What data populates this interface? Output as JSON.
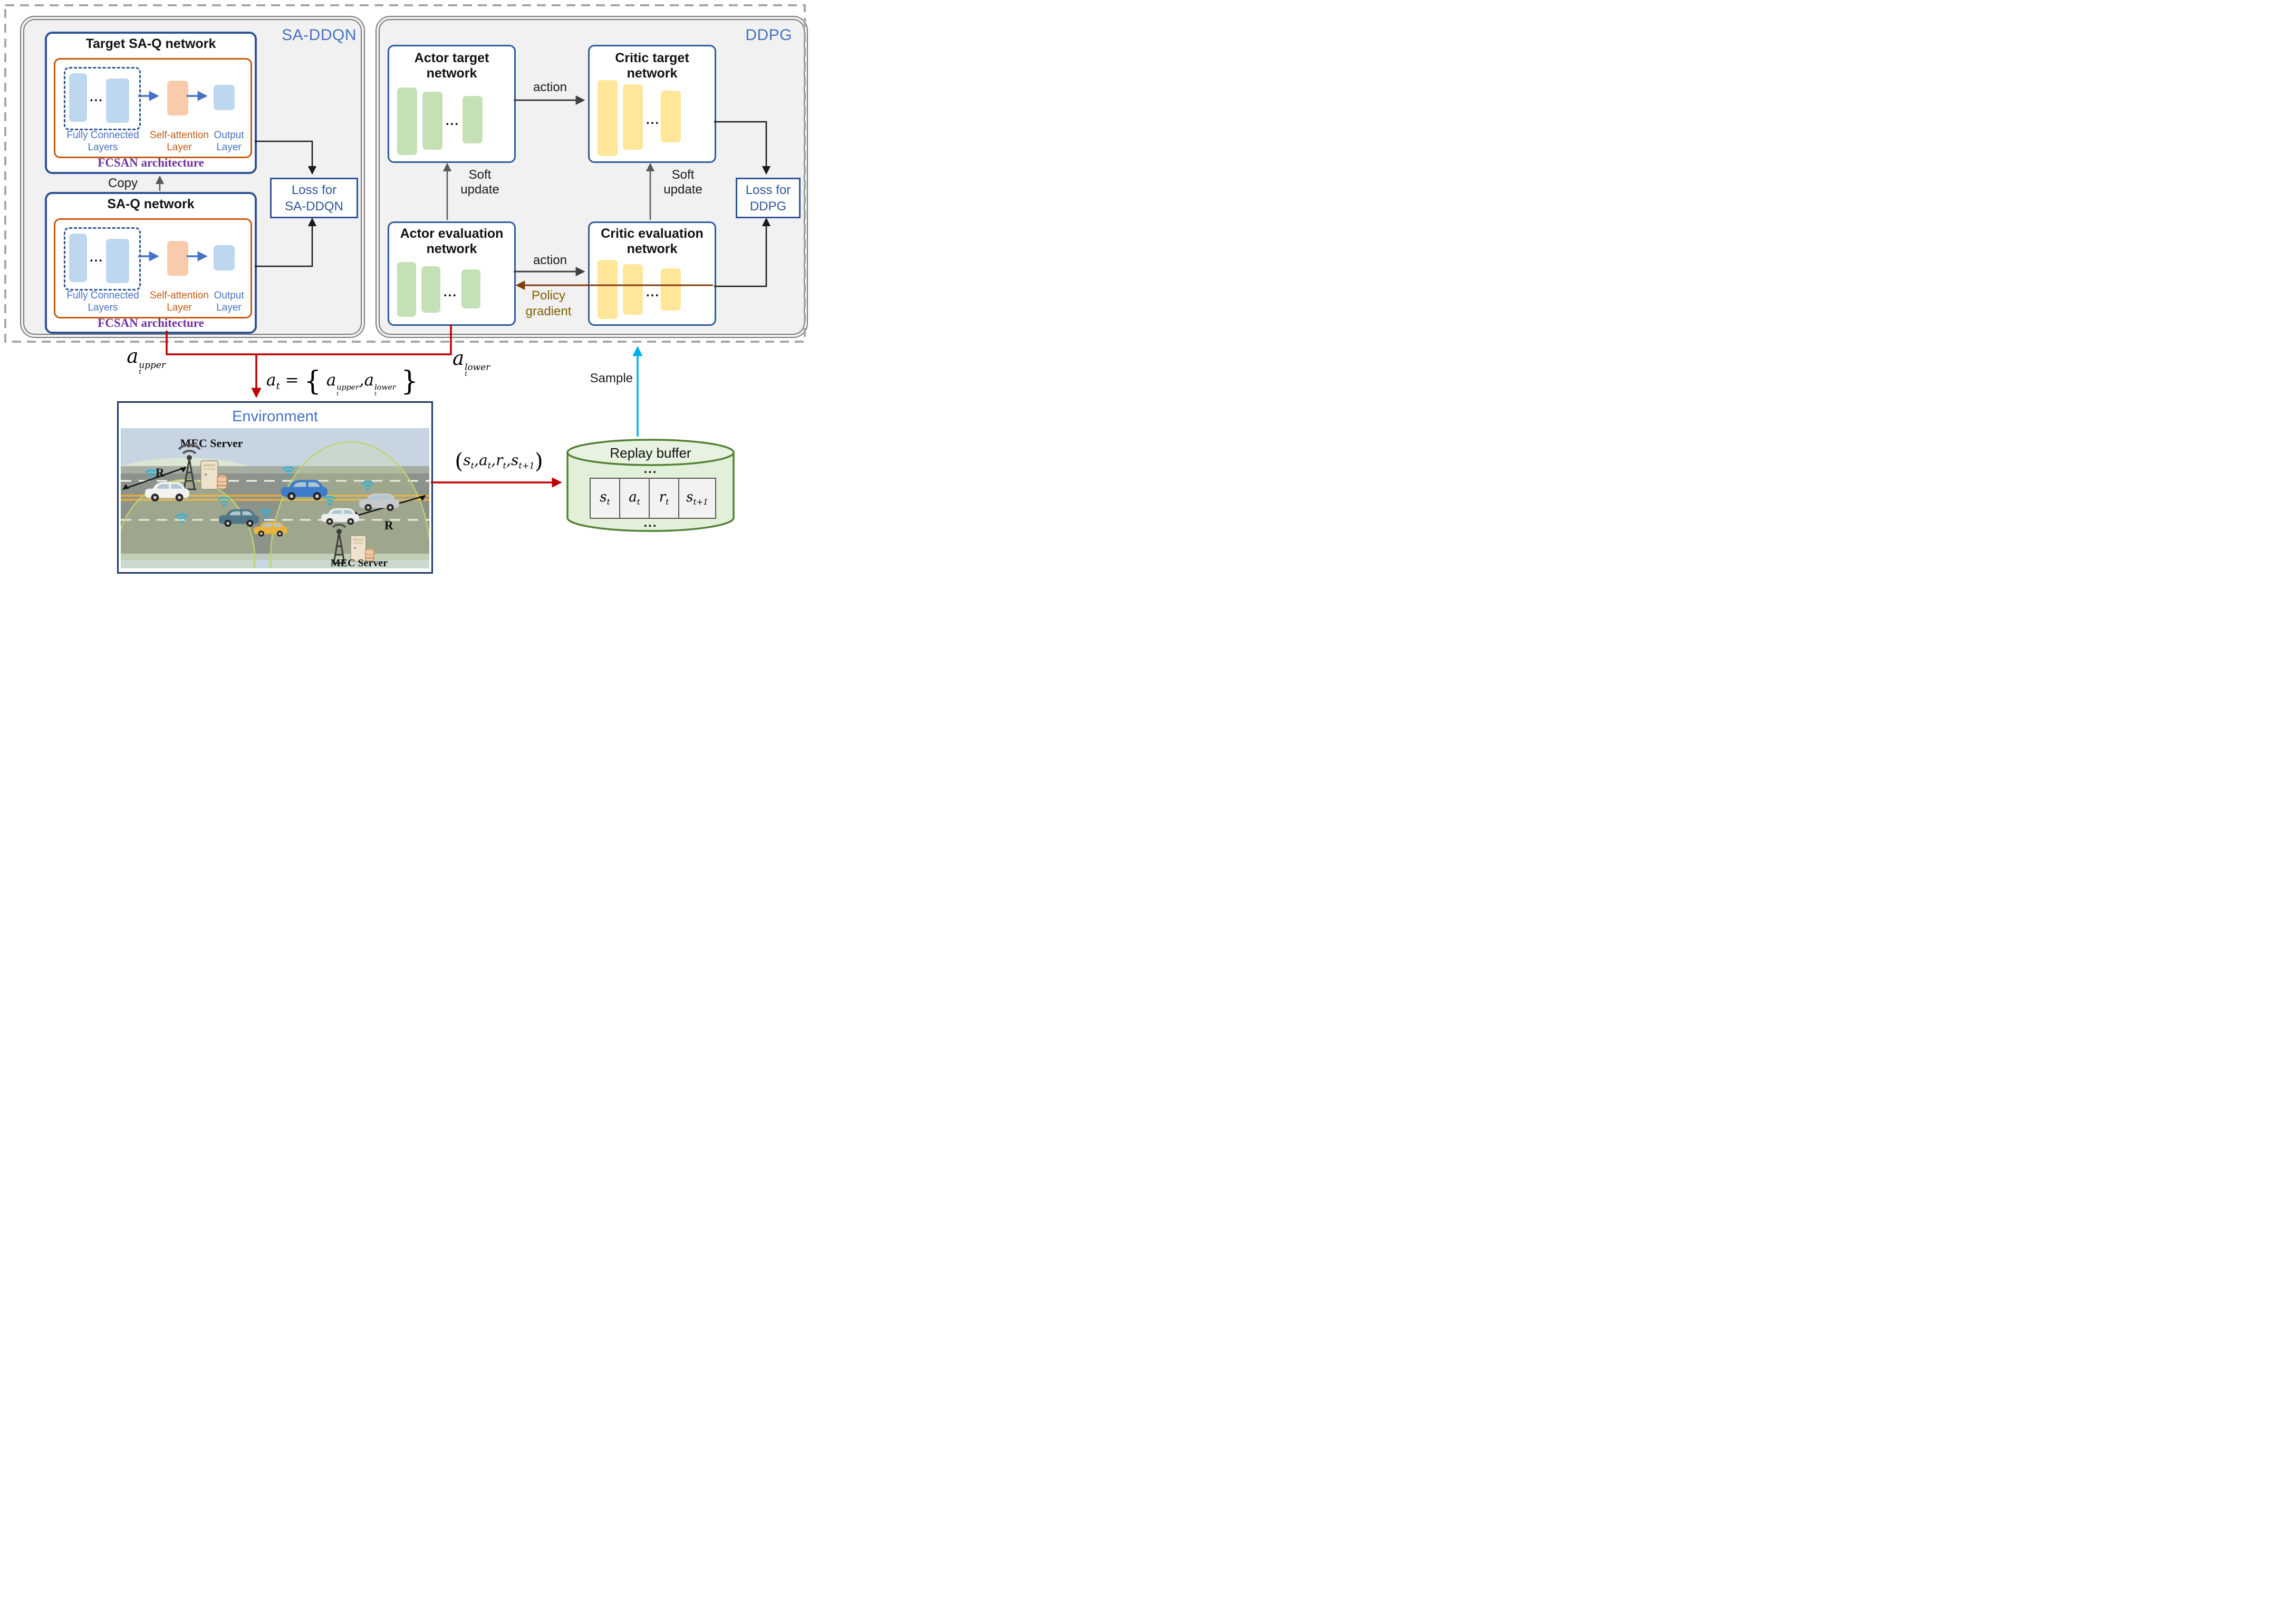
{
  "dots": "...",
  "panels": {
    "sa_ddqn": {
      "label": "SA-DDQN"
    },
    "ddpg": {
      "label": "DDPG"
    }
  },
  "fcsan": {
    "fully_connected_line1": "Fully Connected",
    "fully_connected_line2": "Layers",
    "self_attention_line1": "Self-attention",
    "self_attention_line2": "Layer",
    "output_line1": "Output",
    "output_line2": "Layer",
    "architecture_label": "FCSAN architecture"
  },
  "left": {
    "target_box_title": "Target SA-Q network",
    "q_box_title": "SA-Q network",
    "copy_label": "Copy",
    "loss_line1": "Loss for",
    "loss_line2": "SA-DDQN"
  },
  "right": {
    "actor_target_line1": "Actor target",
    "critic_target_line1": "Critic target",
    "actor_eval_line1": "Actor evaluation",
    "critic_eval_line1": "Critic evaluation",
    "network_word": "network",
    "action_label": "action",
    "soft_update_line1": "Soft",
    "soft_update_line2": "update",
    "policy_gradient_line1": "Policy",
    "policy_gradient_line2": "gradient",
    "loss_line1": "Loss for",
    "loss_line2": "DDPG"
  },
  "flow": {
    "a_t": {
      "base": "a",
      "sub": "t"
    },
    "a_upper": {
      "base": "a",
      "sup": "upper",
      "sub": "t"
    },
    "a_lower": {
      "base": "a",
      "sup": "lower",
      "sub": "t"
    },
    "equals": "=",
    "open_brace": "{",
    "close_brace": "}",
    "comma": ",",
    "sample_label": "Sample"
  },
  "transition": {
    "open_paren": "(",
    "close_paren": ")",
    "comma": ",",
    "items": [
      {
        "base": "s",
        "sub": "t"
      },
      {
        "base": "a",
        "sub": "t"
      },
      {
        "base": "r",
        "sub": "t"
      },
      {
        "base": "s",
        "sub": "t+1"
      }
    ]
  },
  "environment": {
    "title": "Environment",
    "mec_server_label": "MEC Server",
    "radius_label": "R"
  },
  "replay": {
    "title": "Replay buffer"
  },
  "colors": {
    "panel_label_blue": "#4472C4",
    "network_border_blue": "#2E5C9E",
    "thick_border_blue": "#2F5597",
    "fcsan_border_orange": "#C55A11",
    "fc_bar_blue": "#BDD7EE",
    "attention_bar_peach": "#F8CBAD",
    "actor_bar_green": "#C5E0B4",
    "critic_bar_yellow": "#FFE699",
    "arch_text_purple": "#7030A0",
    "loss_text_blue": "#2F5597",
    "policy_gradient_text": "#7F6000",
    "policy_gradient_arrow": "#843C0C",
    "red_flow": "#C00000",
    "sample_arrow_cyan": "#00B0F0",
    "replay_fill": "#E2EFD9",
    "replay_border": "#538135",
    "env_border_navy": "#1F3864",
    "env_title_blue": "#4472C4",
    "dashed_border_gray": "#A6A6A6",
    "panel_border_gray": "#7F7F7F",
    "panel_bg": "#F2F2F2"
  }
}
